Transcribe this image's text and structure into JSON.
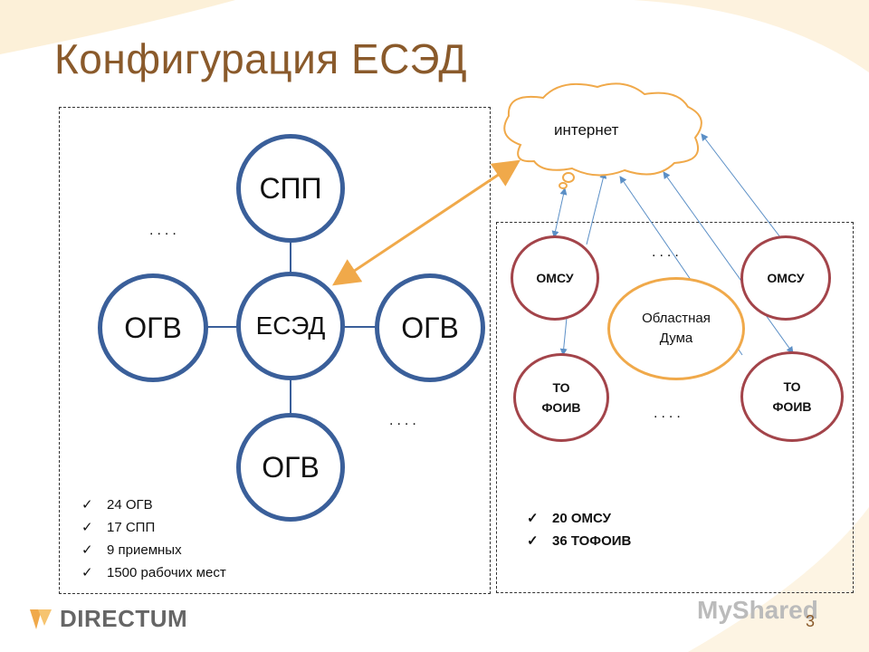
{
  "title": "Конфигурация ЕСЭД",
  "cloud": {
    "label": "интернет"
  },
  "left_group": {
    "center": "ЕСЭД",
    "top": "СПП",
    "left": "ОГВ",
    "right": "ОГВ",
    "bottom": "ОГВ",
    "dots_top": "....",
    "dots_bottom": "....",
    "stats": [
      "24 ОГВ",
      "17 СПП",
      "9 приемных",
      "1500 рабочих мест"
    ]
  },
  "right_group": {
    "omsu_left": "ОМСУ",
    "omsu_right": "ОМСУ",
    "duma_line1": "Областная",
    "duma_line2": "Дума",
    "tofoiv_left_1": "ТО",
    "tofoiv_left_2": "ФОИВ",
    "tofoiv_right_1": "ТО",
    "tofoiv_right_2": "ФОИВ",
    "dots_top": "....",
    "dots_bottom": "....",
    "stats": [
      "20 ОМСУ",
      "36 ТОФОИВ"
    ]
  },
  "logo": {
    "text": "DIRECTUM"
  },
  "watermark": "MyShared",
  "page_number": "3",
  "colors": {
    "title": "#8a5a2b",
    "blue": "#3a5f9a",
    "red": "#a3444a",
    "orange": "#f0a94a",
    "arrow_orange": "#f0a94a",
    "arrow_blue": "#5b8fc6"
  }
}
